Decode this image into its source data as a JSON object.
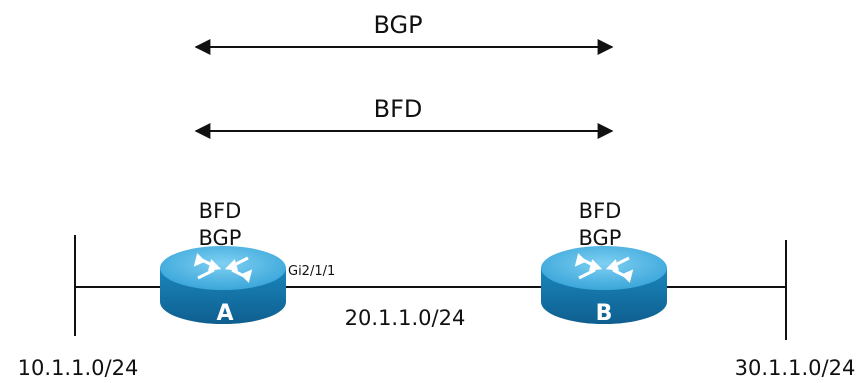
{
  "protocols": {
    "top_label": "BGP",
    "bottom_label": "BFD"
  },
  "routers": {
    "a": {
      "name": "A",
      "protocols": [
        "BFD",
        "BGP"
      ],
      "interface": "Gi2/1/1"
    },
    "b": {
      "name": "B",
      "protocols": [
        "BFD",
        "BGP"
      ]
    }
  },
  "networks": {
    "left": "10.1.1.0/24",
    "middle": "20.1.1.0/24",
    "right": "30.1.1.0/24"
  },
  "colors": {
    "router_fill": "#1c8fc6",
    "router_top": "#4fb6e4",
    "line": "#111111"
  }
}
